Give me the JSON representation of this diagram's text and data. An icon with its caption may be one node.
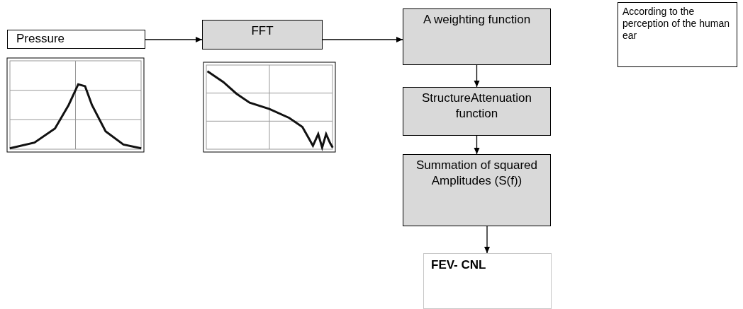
{
  "diagram": {
    "nodes": [
      {
        "text": [
          "Pressure"
        ]
      },
      {
        "text": [
          "FFT"
        ]
      },
      {
        "text": [
          "A weighting function"
        ]
      },
      {
        "text": [
          "According to the perception of the human ear"
        ]
      },
      {
        "text": [
          "StructureAttenuation function"
        ]
      },
      {
        "text": [
          "Summation of squared Amplitudes (S(f))"
        ]
      },
      {
        "text": [
          "FEV- CNL"
        ]
      }
    ],
    "edges": [
      {
        "from": 0,
        "to": 1,
        "arrow": "to"
      },
      {
        "from": 1,
        "to": 2,
        "arrow": "to"
      },
      {
        "from": 2,
        "to": 4,
        "arrow": "to"
      },
      {
        "from": 4,
        "to": 5,
        "arrow": "to"
      },
      {
        "from": 5,
        "to": 6,
        "arrow": "to"
      }
    ]
  }
}
